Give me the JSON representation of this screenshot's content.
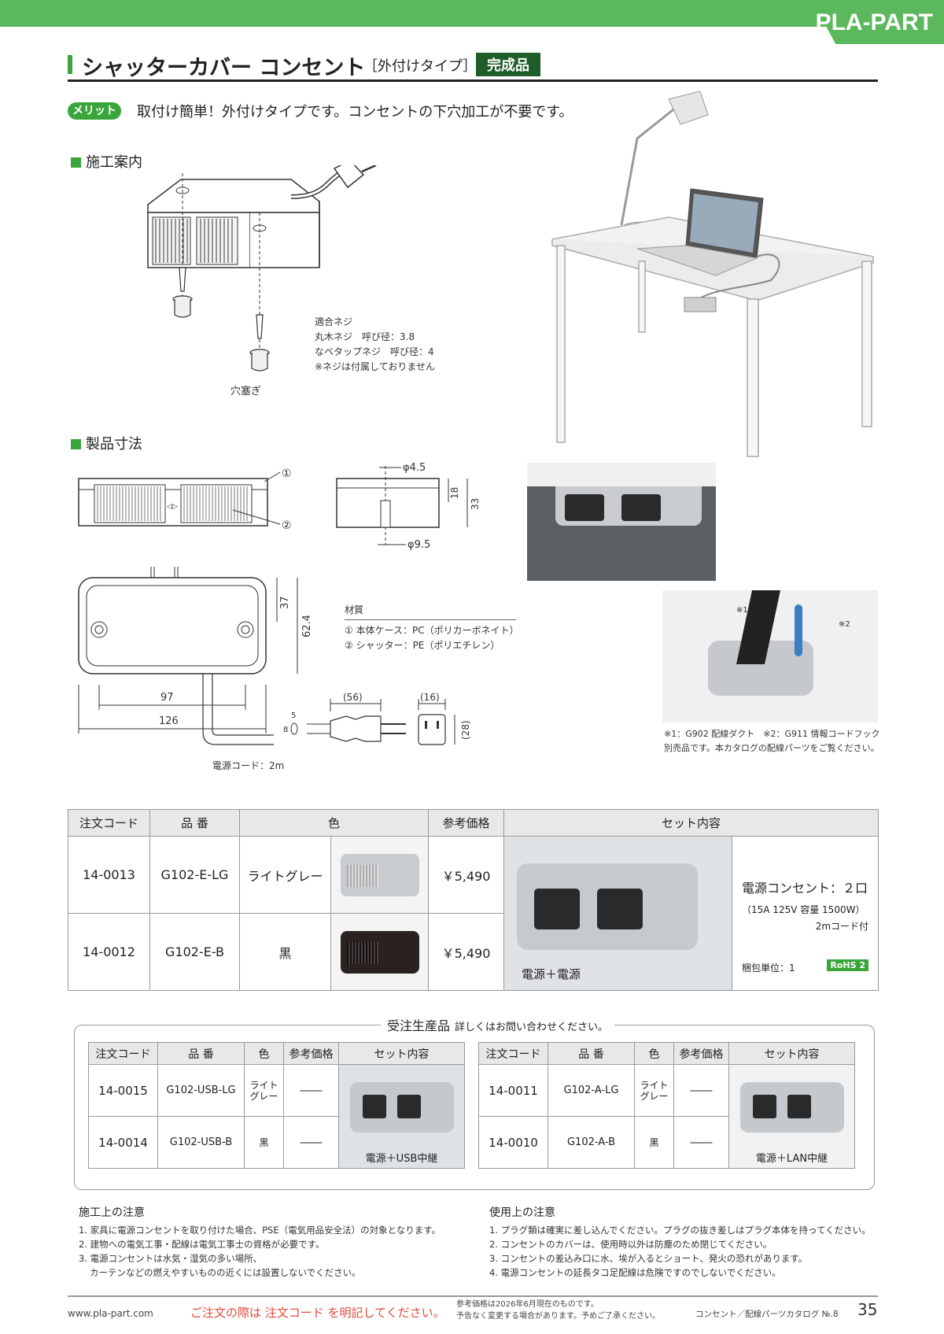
{
  "brand": "PLA-PART",
  "title": "シャッターカバー コンセント",
  "title_sub": "［外付けタイプ］",
  "badge": "完成品",
  "merit": {
    "label": "メリット",
    "text": "取付け簡単！外付けタイプです。コンセントの下穴加工が不要です。"
  },
  "sections": {
    "install": "施工案内",
    "dimensions": "製品寸法"
  },
  "screw_note": {
    "line1": "適合ネジ",
    "line2": "丸木ネジ　呼び径：3.8",
    "line3": "なベタップネジ　呼び径：4",
    "line4": "※ネジは付属しておりません"
  },
  "hole_plug_label": "穴塞ぎ",
  "dims": {
    "callout1": "①",
    "callout2": "②",
    "phi45": "φ4.5",
    "phi95": "φ9.5",
    "h18": "18",
    "h33": "33",
    "h37": "37",
    "h624": "62.4",
    "w97": "97",
    "w126": "126",
    "plug56": "(56)",
    "plug16": "(16)",
    "plug28": "(28)",
    "cord5": "5",
    "cord8": "8",
    "cord_label": "電源コード：2m"
  },
  "material": {
    "head": "材質",
    "item1": "① 本体ケース：PC（ポリカーボネイト）",
    "item2": "② シャッター：PE（ポリエチレン）"
  },
  "photo_note": {
    "mark1": "※1",
    "mark2": "※2",
    "line1": "※1：G902 配線ダクト　※2：G911 情報コードフック",
    "line2": "別売品です。本カタログの配線パーツをご覧ください。"
  },
  "main_table": {
    "headers": [
      "注文コード",
      "品 番",
      "色",
      "参考価格",
      "セット内容"
    ],
    "rows": [
      {
        "code": "14-0013",
        "part": "G102-E-LG",
        "color": "ライトグレー",
        "price": "￥5,490"
      },
      {
        "code": "14-0012",
        "part": "G102-E-B",
        "color": "黒",
        "price": "￥5,490"
      }
    ],
    "set_caption": "電源＋電源",
    "spec1": "電源コンセント：２口",
    "spec2": "（15A 125V 容量 1500W）",
    "spec3": "2mコード付",
    "pack": "梱包単位：1",
    "rohs": "RoHS 2"
  },
  "order_production": {
    "title": "受注生産品",
    "note": "詳しくはお問い合わせください。",
    "headers": [
      "注文コード",
      "品 番",
      "色",
      "参考価格",
      "セット内容"
    ],
    "left_rows": [
      {
        "code": "14-0015",
        "part": "G102-USB-LG",
        "color": "ライト\nグレー",
        "price": "――"
      },
      {
        "code": "14-0014",
        "part": "G102-USB-B",
        "color": "黒",
        "price": "――"
      }
    ],
    "left_caption": "電源＋USB中継",
    "right_rows": [
      {
        "code": "14-0011",
        "part": "G102-A-LG",
        "color": "ライト\nグレー",
        "price": "――"
      },
      {
        "code": "14-0010",
        "part": "G102-A-B",
        "color": "黒",
        "price": "――"
      }
    ],
    "right_caption": "電源＋LAN中継"
  },
  "cautions": {
    "install_head": "施工上の注意",
    "install_items": [
      "1. 家具に電源コンセントを取り付けた場合、PSE（電気用品安全法）の対象となります。",
      "2. 建物への電気工事・配線は電気工事士の資格が必要です。",
      "3. 電源コンセントは水気・湿気の多い場所、",
      "カーテンなどの燃えやすいものの近くには設置しないでください。"
    ],
    "use_head": "使用上の注意",
    "use_items": [
      "1. プラグ類は確実に差し込んでください。プラグの抜き差しはプラグ本体を持ってください。",
      "2. コンセントのカバーは、使用時以外は防塵のため閉じてください。",
      "3. コンセントの差込み口に水、埃が入るとショート、発火の恐れがあります。",
      "4. 電源コンセントの延長タコ足配線は危険ですのでしないでください。"
    ]
  },
  "footer": {
    "url": "www.pla-part.com",
    "notice": "ご注文の際は 注文コード を明記してください。",
    "price_note1": "参考価格は2026年6月現在のものです。",
    "price_note2": "予告なく変更する場合があります。予めご了承ください。",
    "catalog": "コンセント／配線パーツカタログ  №.8",
    "page": "35"
  },
  "colors": {
    "accent_green": "#3aa53a",
    "brand_green": "#5cb85c",
    "badge_dark_green": "#1f5e2a",
    "notice_red": "#e04a3a"
  }
}
